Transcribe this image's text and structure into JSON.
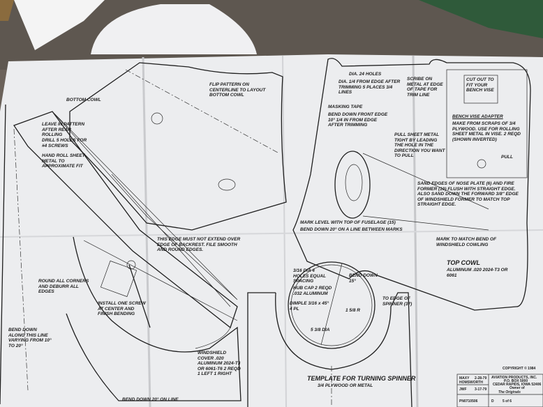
{
  "sheet": {
    "title_block": {
      "drawn_by_label": "MAXY",
      "date": "2-28-79",
      "drawer": "HOMSWORTH",
      "check_date": "3-17-79",
      "approved": "JWF",
      "drawing_number": "PN0710506",
      "size": "D",
      "sheet": "5 of 6",
      "company": "AVIATION PRODUCTS, INC.",
      "address": "P.O. BOX 5000",
      "city": "CEDAR RAPIDS, IOWA 52406",
      "owner_label": "Owner of",
      "product": "The Originals",
      "copyright": "COPYRIGHT © 1984"
    },
    "notes": {
      "template": "TEMPLATE FOR TURNING SPINNER",
      "template_material": "3/4 PLYWOOD OR METAL",
      "hub_cap": "HUB CAP  2 REQD",
      "hub_cap_material": ".032 ALUMINUM",
      "hub_holes": "3/16 DIA 4 HOLES EQUAL SPACING",
      "hub_bend": "BEND DOWN 15°",
      "dimple": "DIMPLE 3/16 x 45° 4 PL",
      "hub_dim": "5 3/8 DIA",
      "hub_radius": "1 5/8 R",
      "to_edge": "TO EDGE OF SPINNER (37)",
      "windshield": "WINDSHIELD COVER .020 ALUMINUM 2024-T3 OR 6061-T6  2 REQD 1 LEFT 1 RIGHT",
      "bend_down_line": "BEND DOWN 20° ON LINE",
      "top_cowl": "TOP COWL",
      "top_cowl_material": "ALUMINUM .020 2024-T3 OR 6061",
      "bottom_cowl": "BOTTOM COWL",
      "flip_pattern": "FLIP PATTERN ON CENTERLINE TO LAYOUT BOTTOM COWL",
      "holes_24": "DIA. 24 HOLES",
      "from_edge": "DIA. 1/4 FROM EDGE AFTER TRIMMING 5 PLACES 3/4 LINES",
      "masking_tape": "MASKING TAPE",
      "scribe": "SCRIBE ON METAL AT EDGE OF TAPE FOR TRIM LINE",
      "bend_front": "BEND DOWN FRONT EDGE 10° 1/4 IN FROM EDGE AFTER TRIMMING",
      "pull_sheet": "PULL SHEET METAL TIGHT BY LEADING THE HOLE IN THE DIRECTION YOU WANT TO PULL",
      "bench_vise": "BENCH VISE ADAPTER",
      "bench_vise_note": "MAKE FROM SCRAPS OF 3/4 PLYWOOD. USE FOR ROLLING SHEET METAL IN VISE. 2 REQD (SHOWN INVERTED)",
      "cut_out": "CUT OUT TO FIT YOUR BENCH VISE",
      "pull": "PULL",
      "mark_level": "MARK LEVEL WITH TOP OF FUSELAGE (15)",
      "bend_line": "BEND DOWN 20° ON A LINE BETWEEN MARKS",
      "sand_edges": "SAND EDGES OF NOSE PLATE (6) AND FIRE FORMER (10) FLUSH WITH STRAIGHT EDGE. ALSO SAND DOWN THE FORWARD 3/8\" EDGE OF WINDSHIELD FORMER TO MATCH TOP STRAIGHT EDGE.",
      "mark_match": "MARK TO MATCH BEND OF WINDSHIELD COWLING",
      "bend_edges": "BEND DOWN ALONG THIS LINE VARYING FROM 10° TO 20°",
      "leave_in": "LEAVE IN PATTERN AFTER REAR ROLLING",
      "drill_holes": "DRILL 5 HOLES FOR #4 SCREWS",
      "hand_roll": "HAND ROLL SHEET METAL TO APPROXIMATE FIT",
      "round_corners": "ROUND ALL CORNERS AND DEBURR ALL EDGES",
      "rear_edge": "THIS EDGE MUST NOT EXTEND OVER EDGE OF BACKREST. FILE SMOOTH AND ROUND EDGES.",
      "install": "INSTALL ONE SCREW AT CENTER AND FINISH BENDING"
    }
  }
}
